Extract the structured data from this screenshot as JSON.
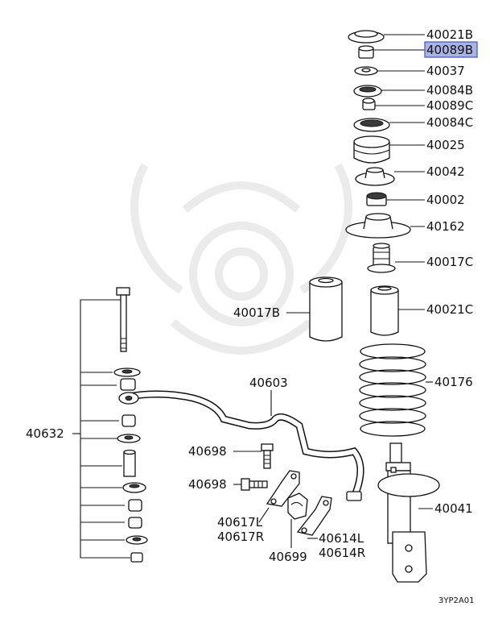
{
  "diagram": {
    "code": "3YP2A01",
    "highlighted": "40089B",
    "highlight_color": "#aab3e6",
    "labels": {
      "p40021B": "40021B",
      "p40089B": "40089B",
      "p40037": "40037",
      "p40084B": "40084B",
      "p40089C": "40089C",
      "p40084C": "40084C",
      "p40025": "40025",
      "p40042": "40042",
      "p40002": "40002",
      "p40162": "40162",
      "p40017C": "40017C",
      "p40017B": "40017B",
      "p40021C": "40021C",
      "p40176": "40176",
      "p40603": "40603",
      "p40632": "40632",
      "p40698a": "40698",
      "p40698b": "40698",
      "p40617L": "40617L",
      "p40617R": "40617R",
      "p40614L": "40614L",
      "p40614R": "40614R",
      "p40699": "40699",
      "p40041": "40041"
    }
  }
}
